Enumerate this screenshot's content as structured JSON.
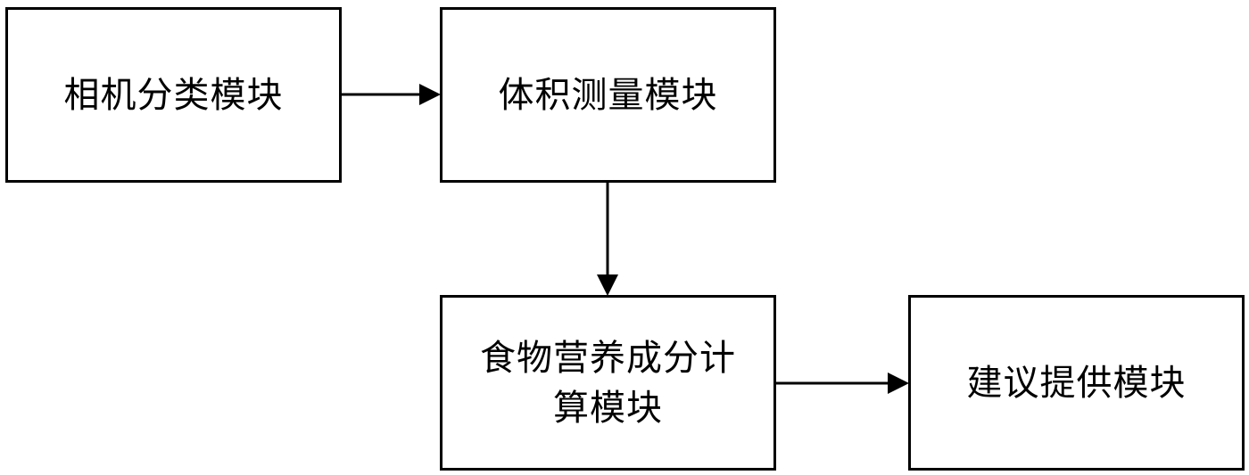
{
  "diagram": {
    "nodes": [
      {
        "id": "camera_classification",
        "label": "相机分类模块"
      },
      {
        "id": "volume_measurement",
        "label": "体积测量模块"
      },
      {
        "id": "nutrition_calculation",
        "label": "食物营养成分计算模块"
      },
      {
        "id": "advice_provision",
        "label": "建议提供模块"
      }
    ],
    "edges": [
      {
        "from": "camera_classification",
        "to": "volume_measurement"
      },
      {
        "from": "volume_measurement",
        "to": "nutrition_calculation"
      },
      {
        "from": "nutrition_calculation",
        "to": "advice_provision"
      }
    ]
  },
  "colors": {
    "stroke": "#000000",
    "background": "#ffffff"
  }
}
